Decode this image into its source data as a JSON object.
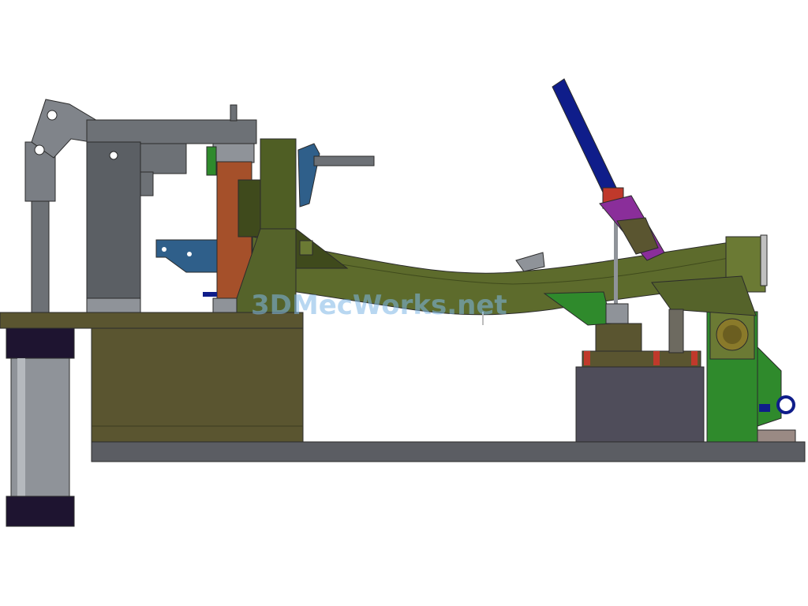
{
  "watermark": "3DMecWorks.net",
  "colors": {
    "background": "#ffffff",
    "frame_olive": "#5d6b2c",
    "base_khaki": "#5a5530",
    "plate_gray": "#5b5d63",
    "cylinder_gray": "#8f9399",
    "cylinder_cap": "#1e1430",
    "arm_gray": "#6d7176",
    "pin_orange": "#a5502a",
    "handle_blue": "#0f1d8a",
    "bracket_green": "#2f8a2c",
    "accent_purple": "#8a2e9a",
    "stop_red": "#c0392b",
    "plate_steel_blue": "#2f5f8a"
  },
  "parts": [
    "pneumatic-cylinder",
    "toggle-clamp-arm",
    "clamp-column",
    "locating-pin",
    "locating-block",
    "frame-rail",
    "base-block-left",
    "base-plate",
    "cylinder-support",
    "handle-clamp",
    "locator-pedestal",
    "end-support",
    "shock-mount-bracket"
  ]
}
